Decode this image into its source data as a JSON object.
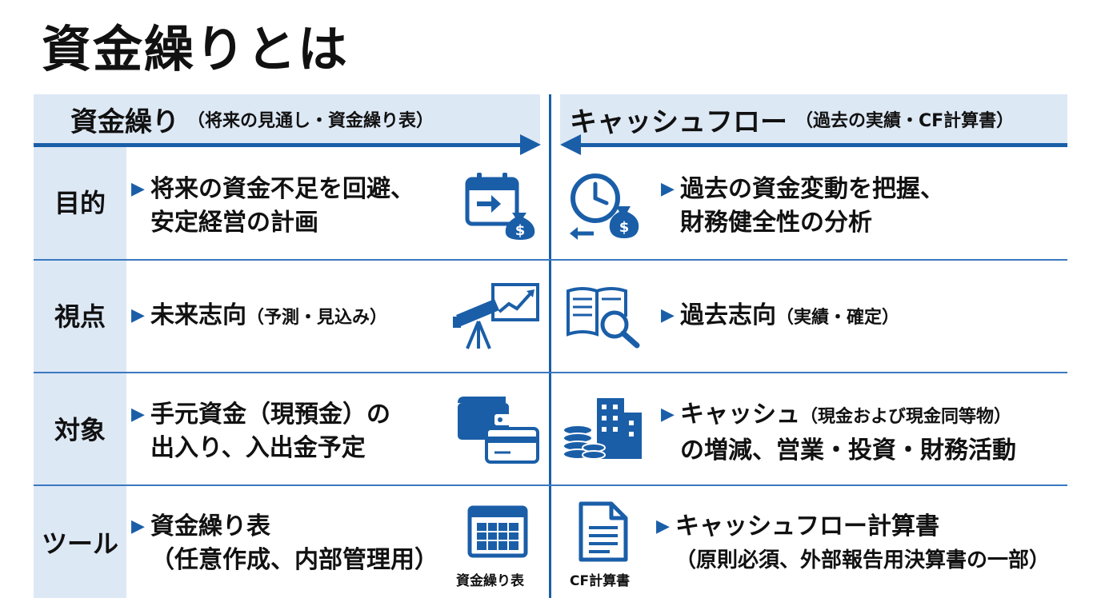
{
  "title": "資金繰りとは",
  "headers": {
    "left": {
      "main": "資金繰り",
      "sub": "（将来の見通し・資金繰り表）"
    },
    "right": {
      "main": "キャッシュフロー",
      "sub": "（過去の実績・CF計算書）"
    }
  },
  "rows": [
    {
      "label": "目的",
      "left": {
        "line1": "将来の資金不足を回避、",
        "line2": "安定経営の計画"
      },
      "right": {
        "line1": "過去の資金変動を把握、",
        "line2": "財務健全性の分析"
      }
    },
    {
      "label": "視点",
      "left": {
        "main": "未来志向",
        "sub": "（予測・見込み）"
      },
      "right": {
        "main": "過去志向",
        "sub": "（実績・確定）"
      }
    },
    {
      "label": "対象",
      "left": {
        "line1": "手元資金（現預金）の",
        "line2": "出入り、入出金予定"
      },
      "right": {
        "line1_main": "キャッシュ",
        "line1_sub": "（現金および現金同等物）",
        "line2": "の増減、営業・投資・財務活動"
      }
    },
    {
      "label": "ツール",
      "left": {
        "line1": "資金繰り表",
        "line2": "（任意作成、内部管理用）",
        "caption": "資金繰り表"
      },
      "right": {
        "line1": "キャッシュフロー計算書",
        "line2": "（原則必須、外部報告用決算書の一部）",
        "caption": "CF計算書"
      }
    }
  ],
  "icons": {
    "r1_left": "calendar-money-bag-icon",
    "r1_right": "clock-money-bag-icon",
    "r2_left": "telescope-chart-icon",
    "r2_right": "book-magnifier-icon",
    "r3_left": "wallet-card-icon",
    "r3_right": "coins-building-icon",
    "r4_left": "spreadsheet-window-icon",
    "r4_right": "document-icon"
  },
  "colors": {
    "accent": "#1a5ea8",
    "header_bg": "#dde8f5"
  }
}
